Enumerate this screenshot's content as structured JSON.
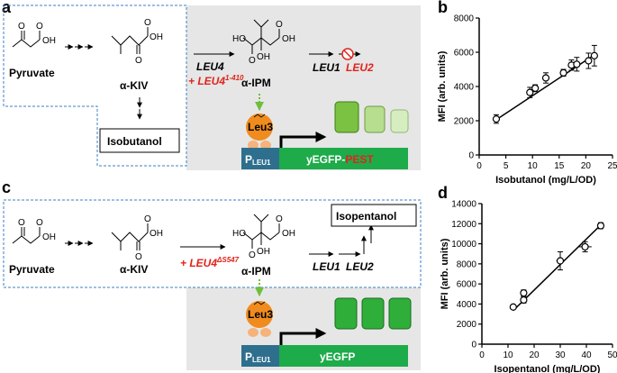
{
  "panels": {
    "a": {
      "letter": "a",
      "compounds": {
        "pyruvate": "Pyruvate",
        "kiv": "α-KIV",
        "ipm": "α-IPM",
        "isobutanol": "Isobutanol"
      },
      "genes": {
        "leu4": "LEU4",
        "leu4_trunc_base": "+ LEU4",
        "leu4_trunc_sup": "1-410",
        "leu1": "LEU1",
        "leu2": "LEU2"
      },
      "tf": "Leu3",
      "promoter_base": "P",
      "promoter_sub": "LEU1",
      "reporter_base": "yEGFP-",
      "reporter_suffix": "PEST"
    },
    "c": {
      "letter": "c",
      "compounds": {
        "pyruvate": "Pyruvate",
        "kiv": "α-KIV",
        "ipm": "α-IPM",
        "isopentanol": "Isopentanol"
      },
      "genes": {
        "leu4_mut_base": "+ LEU4",
        "leu4_mut_sup": "ΔS547",
        "leu1": "LEU1",
        "leu2": "LEU2"
      },
      "tf": "Leu3",
      "promoter_base": "P",
      "promoter_sub": "LEU1",
      "reporter": "yEGFP"
    },
    "b": {
      "letter": "b"
    },
    "d": {
      "letter": "d"
    }
  },
  "chart_data": [
    {
      "type": "scatter",
      "panel": "b",
      "xlabel": "Isobutanol (mg/L/OD)",
      "ylabel": "MFI (arb. units)",
      "xlim": [
        0,
        25
      ],
      "ylim": [
        0,
        8000
      ],
      "xticks": [
        0,
        5,
        10,
        15,
        20,
        25
      ],
      "yticks": [
        0,
        2000,
        4000,
        6000,
        8000
      ],
      "points": [
        {
          "x": 3.2,
          "y": 2100,
          "xerr": 0.3,
          "yerr": 250
        },
        {
          "x": 9.5,
          "y": 3650,
          "xerr": 0.6,
          "yerr": 300
        },
        {
          "x": 10.5,
          "y": 3900,
          "xerr": 0.4,
          "yerr": 200
        },
        {
          "x": 12.5,
          "y": 4500,
          "xerr": 0.4,
          "yerr": 300
        },
        {
          "x": 15.8,
          "y": 4800,
          "xerr": 0.5,
          "yerr": 200
        },
        {
          "x": 17.3,
          "y": 5250,
          "xerr": 0.5,
          "yerr": 300
        },
        {
          "x": 18.3,
          "y": 5300,
          "xerr": 0.5,
          "yerr": 400
        },
        {
          "x": 20.5,
          "y": 5500,
          "xerr": 0.6,
          "yerr": 450
        },
        {
          "x": 21.6,
          "y": 5800,
          "xerr": 0.5,
          "yerr": 600
        }
      ],
      "fit": {
        "x": [
          3.2,
          21.6
        ],
        "y": [
          2060,
          5850
        ]
      },
      "grid": false
    },
    {
      "type": "scatter",
      "panel": "d",
      "xlabel": "Isopentanol (mg/L/OD)",
      "ylabel": "MFI (arb. units)",
      "xlim": [
        0,
        50
      ],
      "ylim": [
        0,
        14000
      ],
      "xticks": [
        0,
        10,
        20,
        30,
        40,
        50
      ],
      "yticks": [
        0,
        2000,
        4000,
        6000,
        8000,
        10000,
        12000,
        14000
      ],
      "points": [
        {
          "x": 12,
          "y": 3700,
          "xerr": 1.0,
          "yerr": 200
        },
        {
          "x": 16,
          "y": 4400,
          "xerr": 0.5,
          "yerr": 300
        },
        {
          "x": 16,
          "y": 5100,
          "xerr": 0.5,
          "yerr": 300
        },
        {
          "x": 30,
          "y": 8300,
          "xerr": 1.5,
          "yerr": 900
        },
        {
          "x": 39.5,
          "y": 9700,
          "xerr": 2.5,
          "yerr": 500
        },
        {
          "x": 45.5,
          "y": 11800,
          "xerr": 1.2,
          "yerr": 300
        }
      ],
      "fit": {
        "x": [
          12,
          46
        ],
        "y": [
          3350,
          12000
        ]
      },
      "grid": false
    }
  ],
  "colors": {
    "dashed_border": "#3b7fc4",
    "gray_panel": "#e6e6e6",
    "promoter": "#2e6f8e",
    "reporter": "#1eab4a",
    "leu3": "#f08c1e",
    "red_text": "#e0241b"
  }
}
